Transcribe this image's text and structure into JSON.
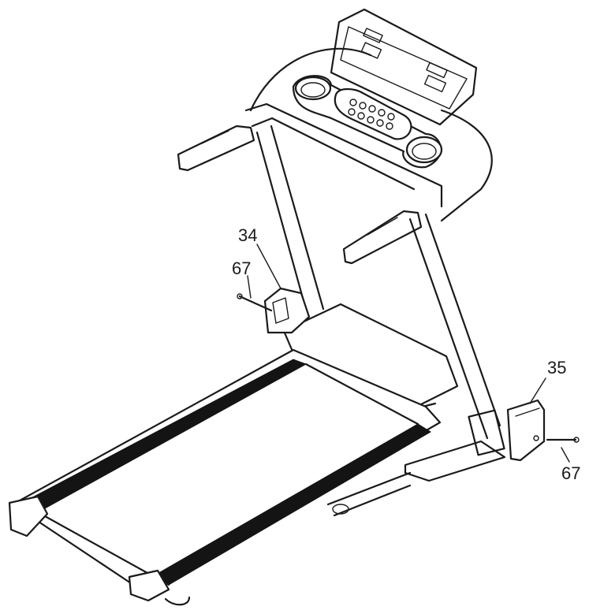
{
  "labels": {
    "part_34": "34",
    "part_35": "35",
    "part_67_left": "67",
    "part_67_right": "67"
  }
}
